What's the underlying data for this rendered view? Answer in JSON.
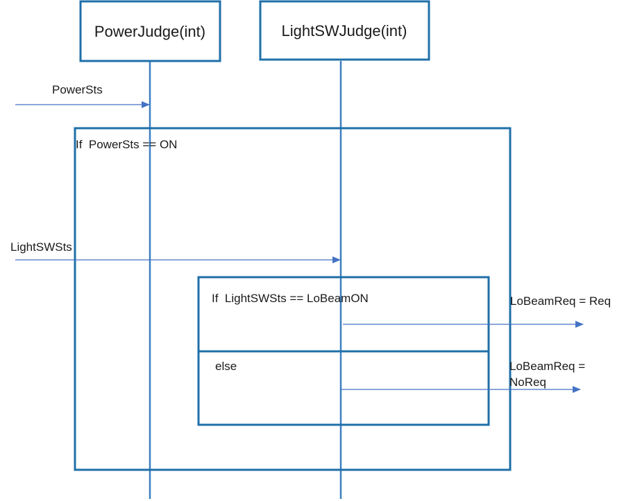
{
  "colors": {
    "frame": "#1f6fa8",
    "lifeline": "#3a7fc1",
    "arrow": "#4472c4",
    "text": "#1a1a1a"
  },
  "lifelines": [
    {
      "name": "PowerJudge(int)"
    },
    {
      "name": "LightSWJudge(int)"
    }
  ],
  "messages": [
    {
      "label": "PowerSts"
    },
    {
      "label": "LightSWSts"
    },
    {
      "label_lines": [
        "LoBeamReq = Req"
      ]
    },
    {
      "label_lines": [
        "LoBeamReq =",
        "NoReq"
      ]
    }
  ],
  "fragments": {
    "outer_condition": "If  PowerSts == ON",
    "inner_condition": "If  LightSWSts == LoBeamON",
    "else_label": "else"
  }
}
